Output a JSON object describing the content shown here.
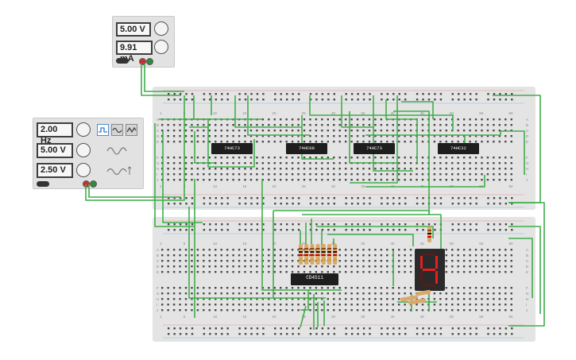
{
  "power_supply": {
    "voltage": "5.00 V",
    "current": "9.91 mA"
  },
  "function_generator": {
    "frequency": "2.00 Hz",
    "amplitude": "5.00 V",
    "dc_offset": "2.50 V",
    "waveforms": [
      "square-wave-icon",
      "triangle-wave-icon",
      "sine-wave-icon"
    ],
    "selected_waveform": "square"
  },
  "chips_top": [
    {
      "label": "74HC73"
    },
    {
      "label": "74HC08"
    },
    {
      "label": "74HC73"
    },
    {
      "label": "74HC32"
    }
  ],
  "chip_bottom": {
    "label": "CD4511"
  },
  "seven_segment": {
    "digit": "4",
    "color": "#e02020"
  },
  "breadboard_numbers": [
    "1",
    "5",
    "10",
    "15",
    "20",
    "25",
    "30",
    "35",
    "40",
    "45",
    "50",
    "55",
    "60"
  ],
  "row_letters_top": [
    "A",
    "B",
    "C",
    "D",
    "E"
  ],
  "row_letters_bottom": [
    "F",
    "G",
    "H",
    "I",
    "J"
  ],
  "colors": {
    "wire": "#3fae49",
    "board": "#e4e4e4",
    "chip": "#1e1e1e",
    "segment": "#e02020"
  }
}
